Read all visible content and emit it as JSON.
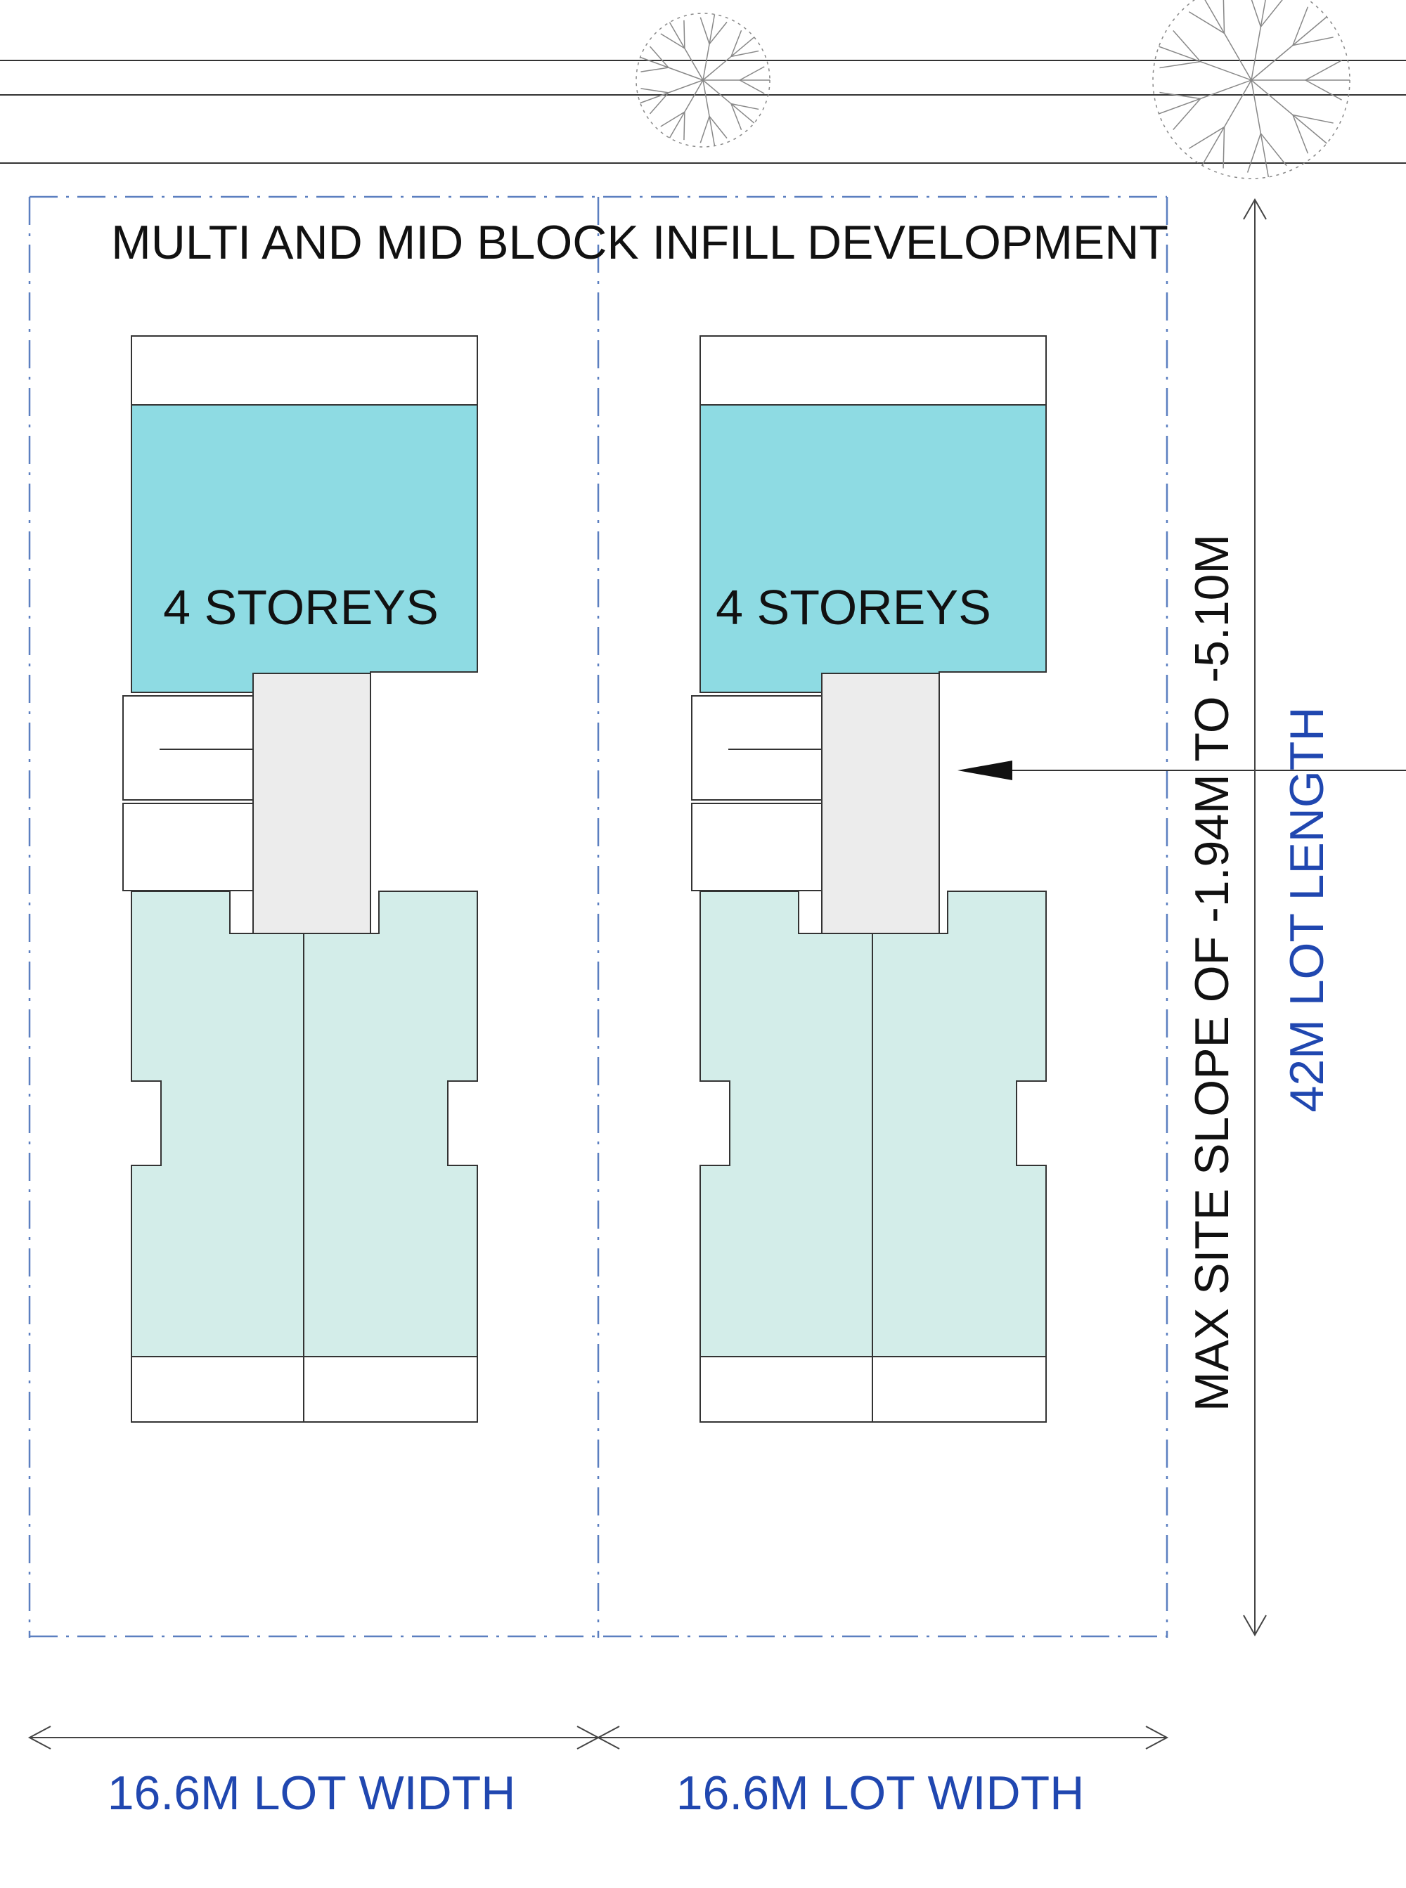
{
  "title": "MULTI AND MID BLOCK INFILL DEVELOPMENT",
  "buildings": [
    {
      "storeys_label": "4 STOREYS"
    },
    {
      "storeys_label": "4 STOREYS"
    }
  ],
  "dimensions": {
    "lot_width_left": "16.6M LOT WIDTH",
    "lot_width_right": "16.6M LOT WIDTH",
    "lot_length": "42M LOT LENGTH",
    "site_slope": "MAX SITE SLOPE OF -1.94M TO -5.10M"
  },
  "colors": {
    "storeys_block": "#8edbe3",
    "townhouse_block": "#d3ede9",
    "core": "#ececec",
    "lot_line": "#5b7fc0",
    "dimension_text": "#2047b0",
    "line": "#333333"
  }
}
